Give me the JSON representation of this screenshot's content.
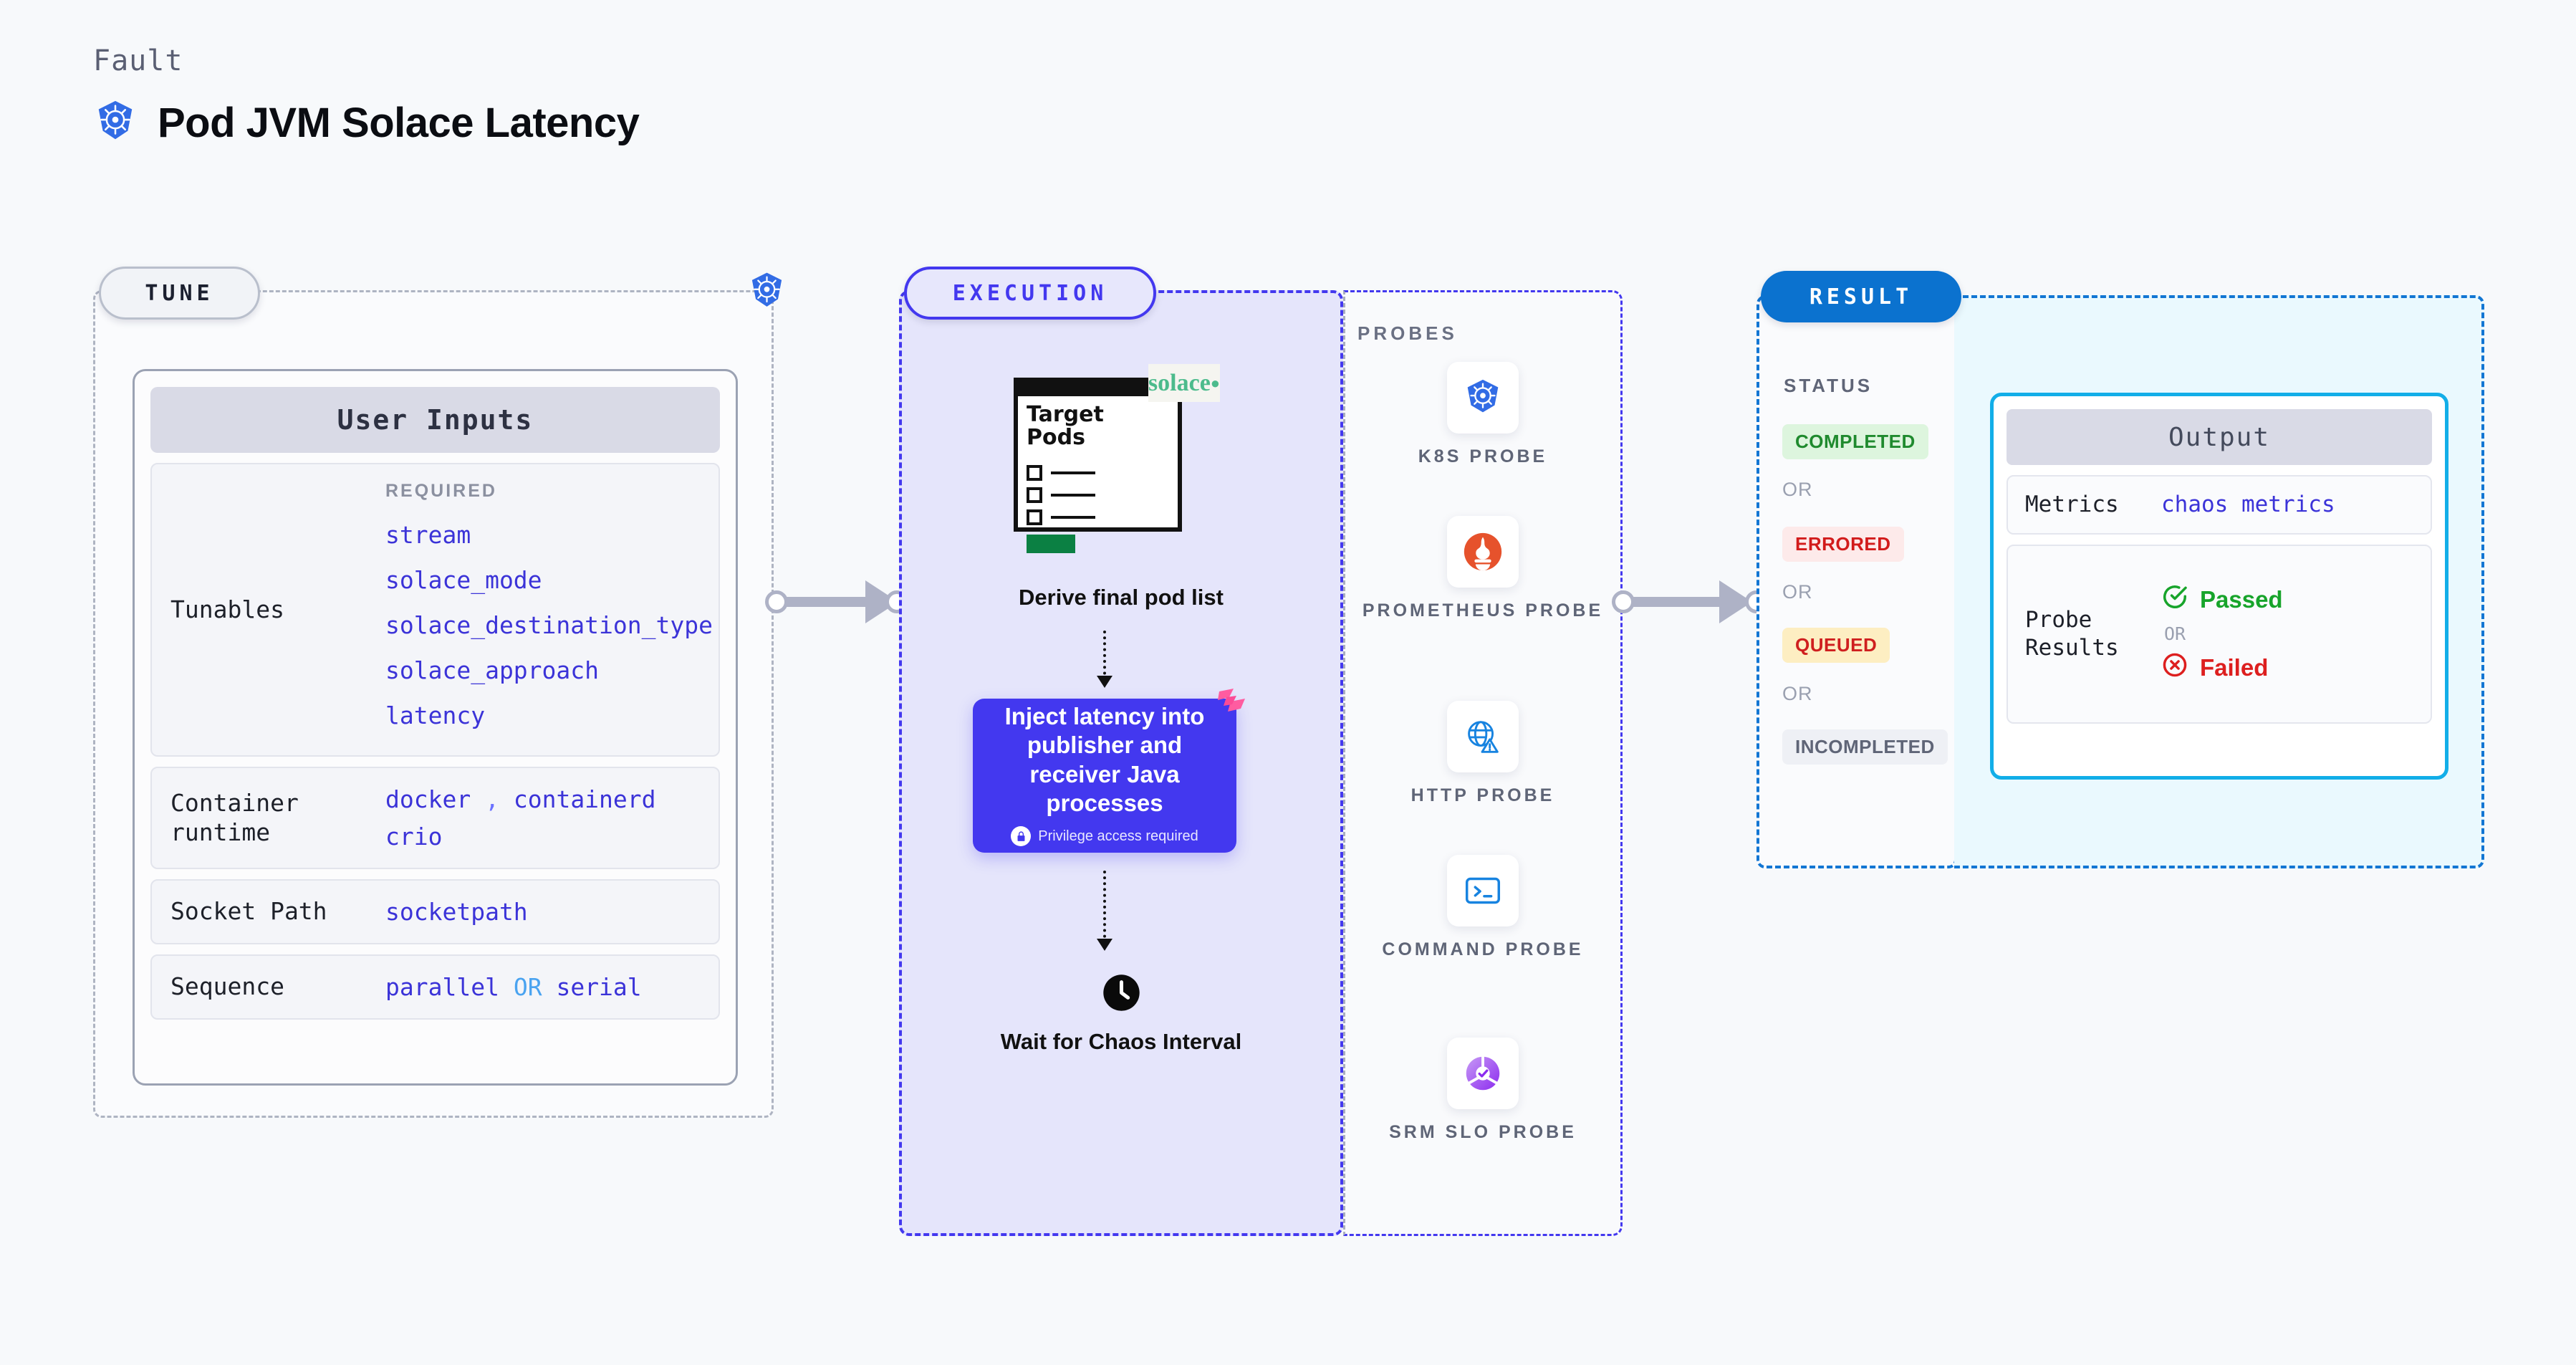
{
  "header": {
    "eyebrow": "Fault",
    "title": "Pod JVM Solace Latency",
    "icon": "kubernetes-icon"
  },
  "tune": {
    "pill_label": "TUNE",
    "badge_icon": "kubernetes-icon",
    "card_title": "User Inputs",
    "rows": [
      {
        "key": "Tunables",
        "required_label": "REQUIRED",
        "values": [
          "stream",
          "solace_mode",
          "solace_destination_type",
          "solace_approach",
          "latency"
        ]
      },
      {
        "key": "Container runtime",
        "values": [
          "docker",
          "containerd",
          "crio"
        ],
        "separator": ","
      },
      {
        "key": "Socket Path",
        "values": [
          "socketpath"
        ]
      },
      {
        "key": "Sequence",
        "values": [
          "parallel",
          "serial"
        ],
        "joiner": "OR"
      }
    ]
  },
  "execution": {
    "pill_label": "EXECUTION",
    "pod_card": {
      "title_line1": "Target",
      "title_line2": "Pods",
      "logo_text": "solace"
    },
    "derive_label": "Derive final pod list",
    "inject_card": {
      "text": "Inject latency into publisher and receiver Java processes",
      "privilege_note": "Privilege access required",
      "lock_icon": "lock-icon",
      "flag_icon": "harness-flag-icon",
      "color": "#4338ef"
    },
    "wait_label": "Wait for Chaos Interval",
    "clock_icon": "clock-icon"
  },
  "probes": {
    "label": "PROBES",
    "items": [
      {
        "name": "K8S PROBE",
        "icon": "kubernetes-icon"
      },
      {
        "name": "PROMETHEUS PROBE",
        "icon": "prometheus-icon"
      },
      {
        "name": "HTTP PROBE",
        "icon": "globe-warning-icon"
      },
      {
        "name": "COMMAND PROBE",
        "icon": "terminal-icon"
      },
      {
        "name": "SRM SLO PROBE",
        "icon": "srm-slo-icon"
      }
    ]
  },
  "result": {
    "pill_label": "RESULT",
    "status_label": "STATUS",
    "or_label": "OR",
    "statuses": [
      {
        "label": "COMPLETED",
        "color": "#1f8a2e",
        "bg": "#ddf5de"
      },
      {
        "label": "ERRORED",
        "color": "#d21b1b",
        "bg": "#fdeaea"
      },
      {
        "label": "QUEUED",
        "color": "#cf1f1f",
        "bg": "#fdeec2"
      },
      {
        "label": "INCOMPLETED",
        "color": "#5f6577",
        "bg": "#eef0f5"
      }
    ]
  },
  "output": {
    "card_title": "Output",
    "metrics_key": "Metrics",
    "metrics_value": "chaos metrics",
    "probe_results_key": "Probe Results",
    "passed_label": "Passed",
    "failed_label": "Failed",
    "or_label": "OR",
    "pass_icon": "check-circle-icon",
    "fail_icon": "x-circle-icon",
    "border_color": "#12aee8"
  }
}
